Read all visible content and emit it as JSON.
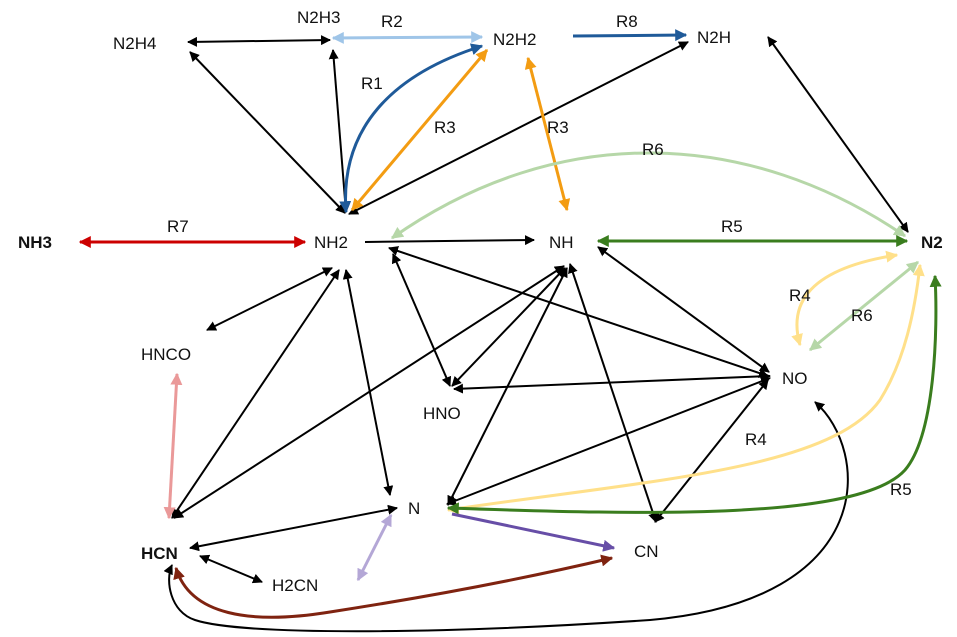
{
  "nodes": {
    "N2H4": "N2H4",
    "N2H3": "N2H3",
    "N2H2": "N2H2",
    "N2H": "N2H",
    "NH3": "NH3",
    "NH2": "NH2",
    "NH": "NH",
    "N2": "N2",
    "HNCO": "HNCO",
    "HNO": "HNO",
    "NO": "NO",
    "N": "N",
    "HCN": "HCN",
    "H2CN": "H2CN",
    "CN": "CN"
  },
  "reaction_labels": {
    "R1": "R1",
    "R2": "R2",
    "R3a": "R3",
    "R3b": "R3",
    "R4a": "R4",
    "R4b": "R4",
    "R5a": "R5",
    "R5b": "R5",
    "R6a": "R6",
    "R6b": "R6",
    "R7": "R7",
    "R8": "R8"
  },
  "colors": {
    "default": "#000000",
    "R1": "#1f5a99",
    "R2": "#9fc5e8",
    "R3": "#f39c12",
    "R4": "#ffe08a",
    "R5": "#3a7d1e",
    "R6": "#b6d7a8",
    "R7": "#cc0000",
    "R8": "#1f5a99",
    "HNCO_HCN": "#ea9999",
    "N_H2CN": "#b4a7d6",
    "N_CN": "#674ea7",
    "HCN_CN": "#7f2310"
  }
}
